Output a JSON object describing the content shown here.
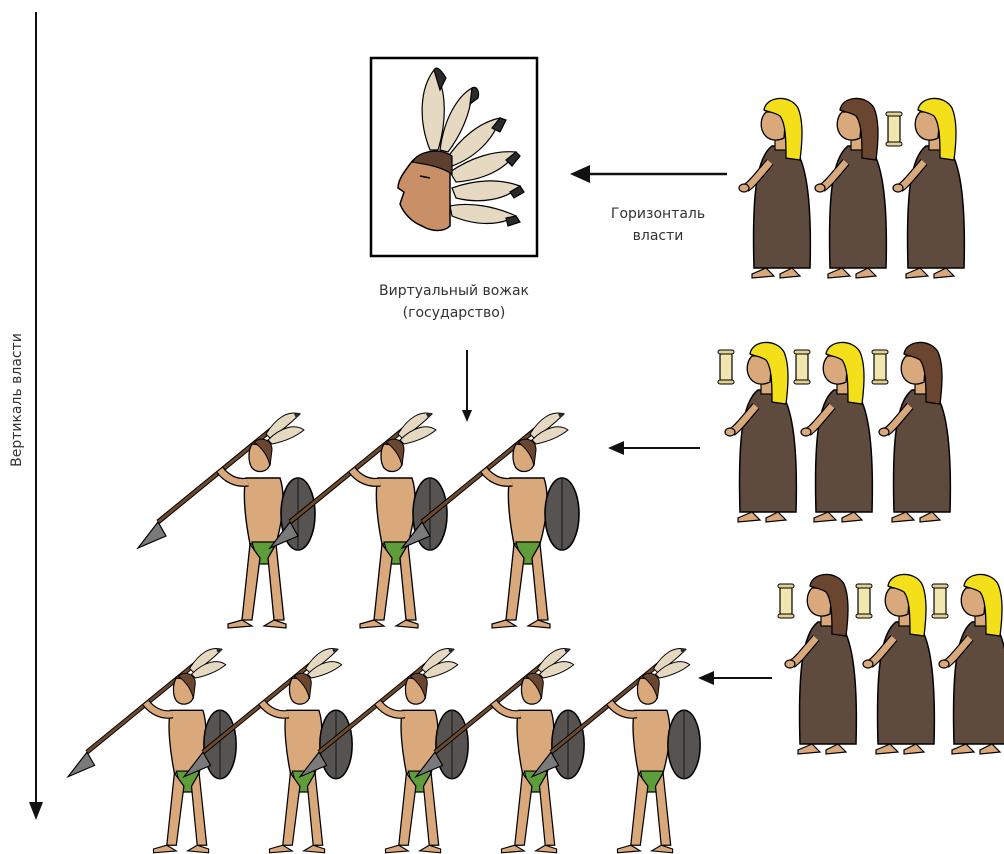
{
  "labels": {
    "vertical": "Вертикаль власти",
    "horizontal_line1": "Горизонталь",
    "horizontal_line2": "власти",
    "leader_line1": "Виртуальный вожак",
    "leader_line2": "(государство)"
  },
  "colors": {
    "skin": "#d9a97c",
    "skin_dark": "#c48f62",
    "dress": "#5f4a3e",
    "hair_blonde": "#f4e01a",
    "hair_brown": "#6a4630",
    "scroll": "#f2e6b0",
    "feather_light": "#e6d9c2",
    "feather_dark": "#2b2b2b",
    "shield": "#575350",
    "spear": "#6d4a2c",
    "loincloth": "#5f9d3a",
    "arrow": "#111111"
  },
  "icons": {
    "leader": "chief-head-icon",
    "warrior": "warrior-icon",
    "woman": "woman-icon"
  }
}
